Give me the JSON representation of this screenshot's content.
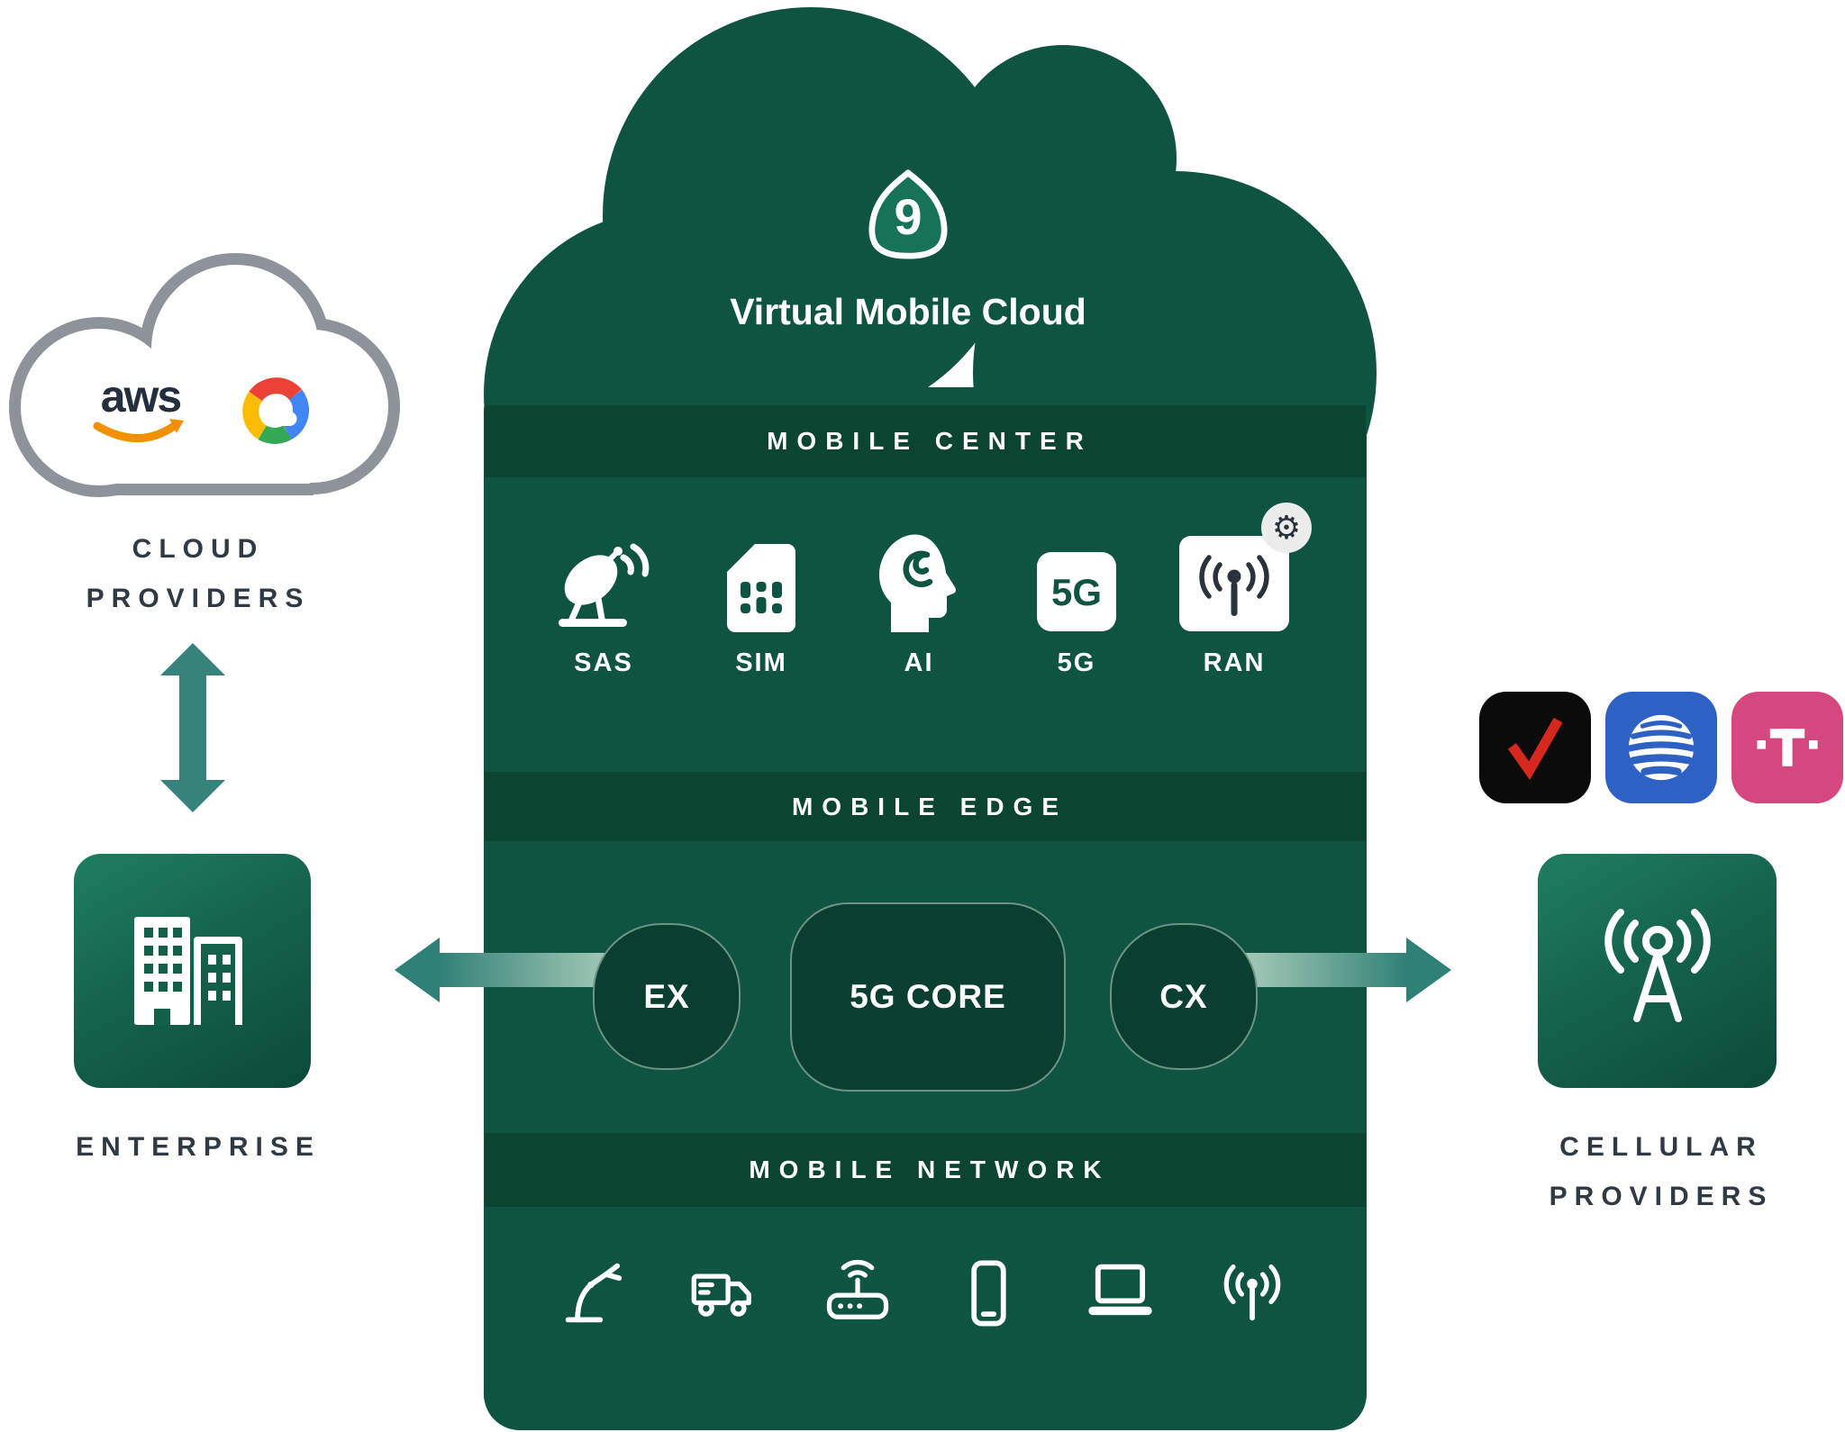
{
  "colors": {
    "green_body": "#0F5441",
    "green_band": "#0B4431",
    "green_pill": "#0A3F30",
    "teal": "#2F8076",
    "label_dark": "#2F3A45",
    "badge_green": "#177358",
    "verizon_red": "#D6281E",
    "att_blue": "#2D61C4",
    "tmobile_pink": "#D5477F",
    "aws_dark": "#232F3E",
    "aws_orange": "#F29100",
    "cloud_outline_gray": "#8E939B"
  },
  "virtual_mobile_cloud": {
    "badge_number": "9",
    "title": "Virtual Mobile Cloud",
    "mobile_center": {
      "label": "MOBILE CENTER",
      "items": [
        {
          "name": "SAS",
          "icon": "satellite-dish-icon"
        },
        {
          "name": "SIM",
          "icon": "sim-card-icon"
        },
        {
          "name": "AI",
          "icon": "ai-head-icon"
        },
        {
          "name": "5G",
          "icon": "5g-tile-icon"
        },
        {
          "name": "RAN",
          "icon": "ran-radio-icon",
          "badge_icon": "gear-icon",
          "badge_glyph": "⚙"
        }
      ]
    },
    "mobile_edge": {
      "label": "MOBILE EDGE",
      "nodes": [
        {
          "label": "EX"
        },
        {
          "label": "5G CORE"
        },
        {
          "label": "CX"
        }
      ]
    },
    "mobile_network": {
      "label": "MOBILE NETWORK",
      "device_icons": [
        "robot-arm-icon",
        "delivery-truck-icon",
        "wifi-router-icon",
        "smartphone-icon",
        "laptop-icon",
        "antenna-icon"
      ]
    }
  },
  "cloud_providers": {
    "label_line1": "CLOUD",
    "label_line2": "PROVIDERS",
    "aws_logo_text": "aws",
    "logos": [
      "aws-logo",
      "google-cloud-logo"
    ]
  },
  "enterprise": {
    "label": "ENTERPRISE",
    "icon": "office-buildings-icon"
  },
  "cellular_providers": {
    "label_line1": "CELLULAR",
    "label_line2": "PROVIDERS",
    "carrier_icons": [
      "verizon-logo",
      "att-globe-logo",
      "t-mobile-logo"
    ],
    "icon": "cell-tower-icon"
  }
}
